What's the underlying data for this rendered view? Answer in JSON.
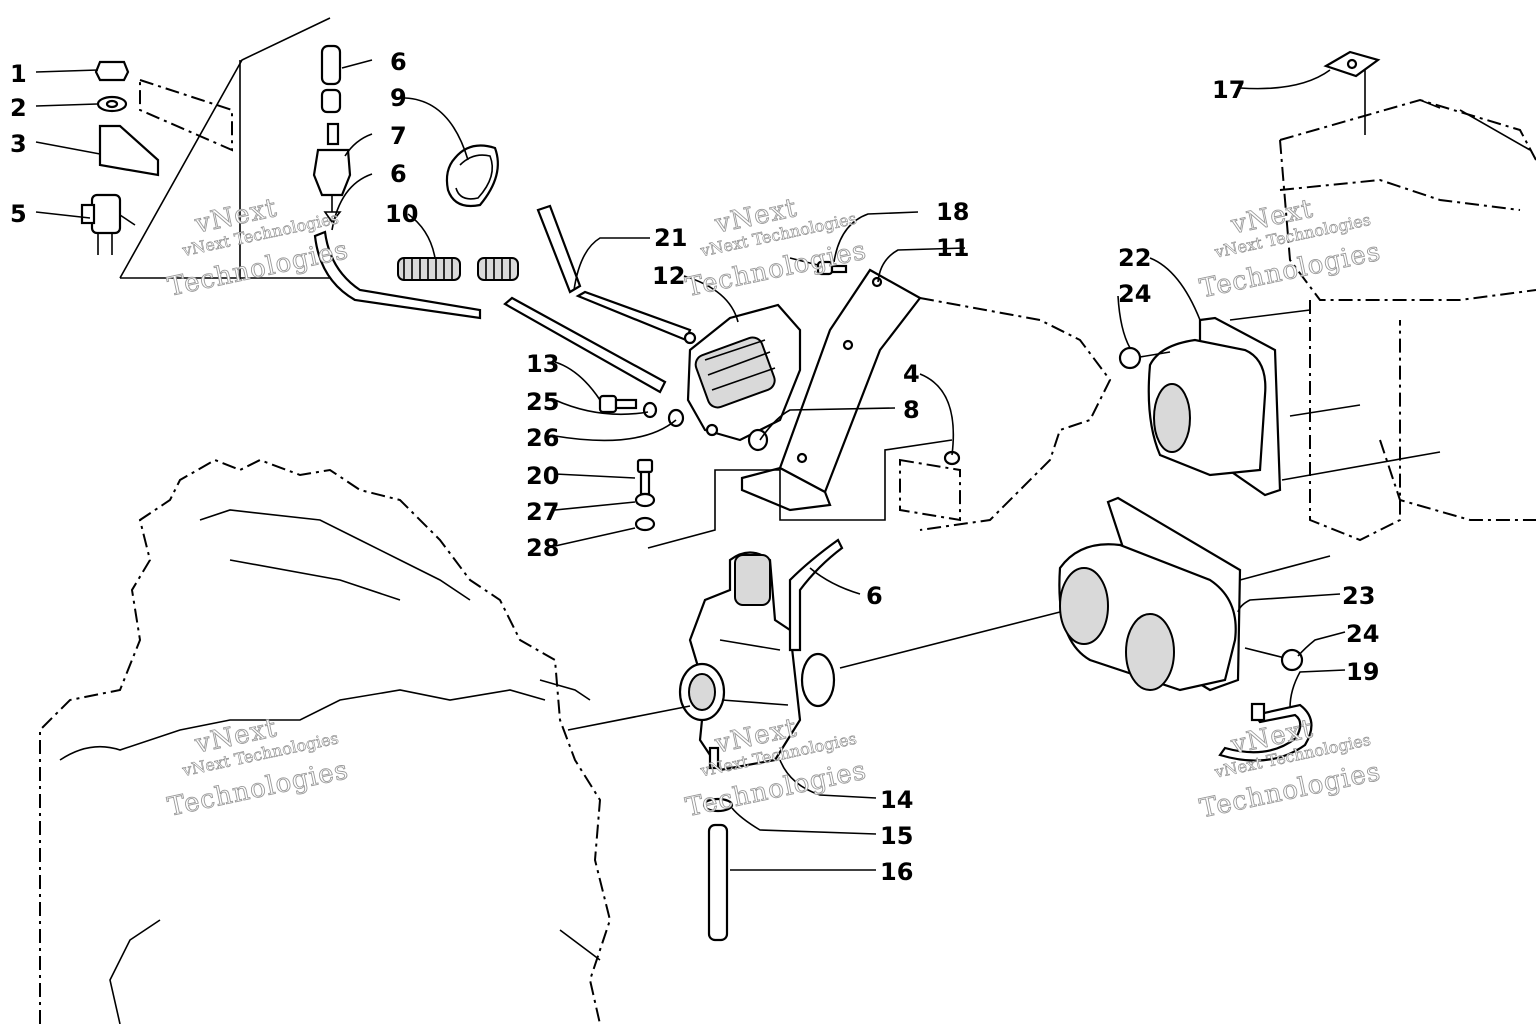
{
  "callouts": {
    "c1": "1",
    "c2": "2",
    "c3": "3",
    "c5": "5",
    "c6a": "6",
    "c6b": "6",
    "c6c": "6",
    "c7": "7",
    "c9": "9",
    "c10": "10",
    "c21": "21",
    "c12": "12",
    "c18": "18",
    "c11": "11",
    "c13": "13",
    "c25": "25",
    "c26": "26",
    "c4": "4",
    "c8": "8",
    "c20": "20",
    "c27": "27",
    "c28": "28",
    "c17": "17",
    "c22": "22",
    "c24a": "24",
    "c24b": "24",
    "c23": "23",
    "c19": "19",
    "c14": "14",
    "c15": "15",
    "c16": "16"
  },
  "watermark": {
    "brand": "vNext Technologies",
    "word1": "vNext",
    "word2": "Technologies"
  },
  "icons": [
    "carburetor-icon",
    "fuel-pump-icon",
    "fuel-filter-icon",
    "airbox-icon",
    "engine-outline-icon",
    "hose-icon",
    "bracket-icon",
    "bolt-icon",
    "washer-icon",
    "spring-icon",
    "clamp-icon",
    "tie-strap-icon",
    "primer-valve-icon"
  ]
}
